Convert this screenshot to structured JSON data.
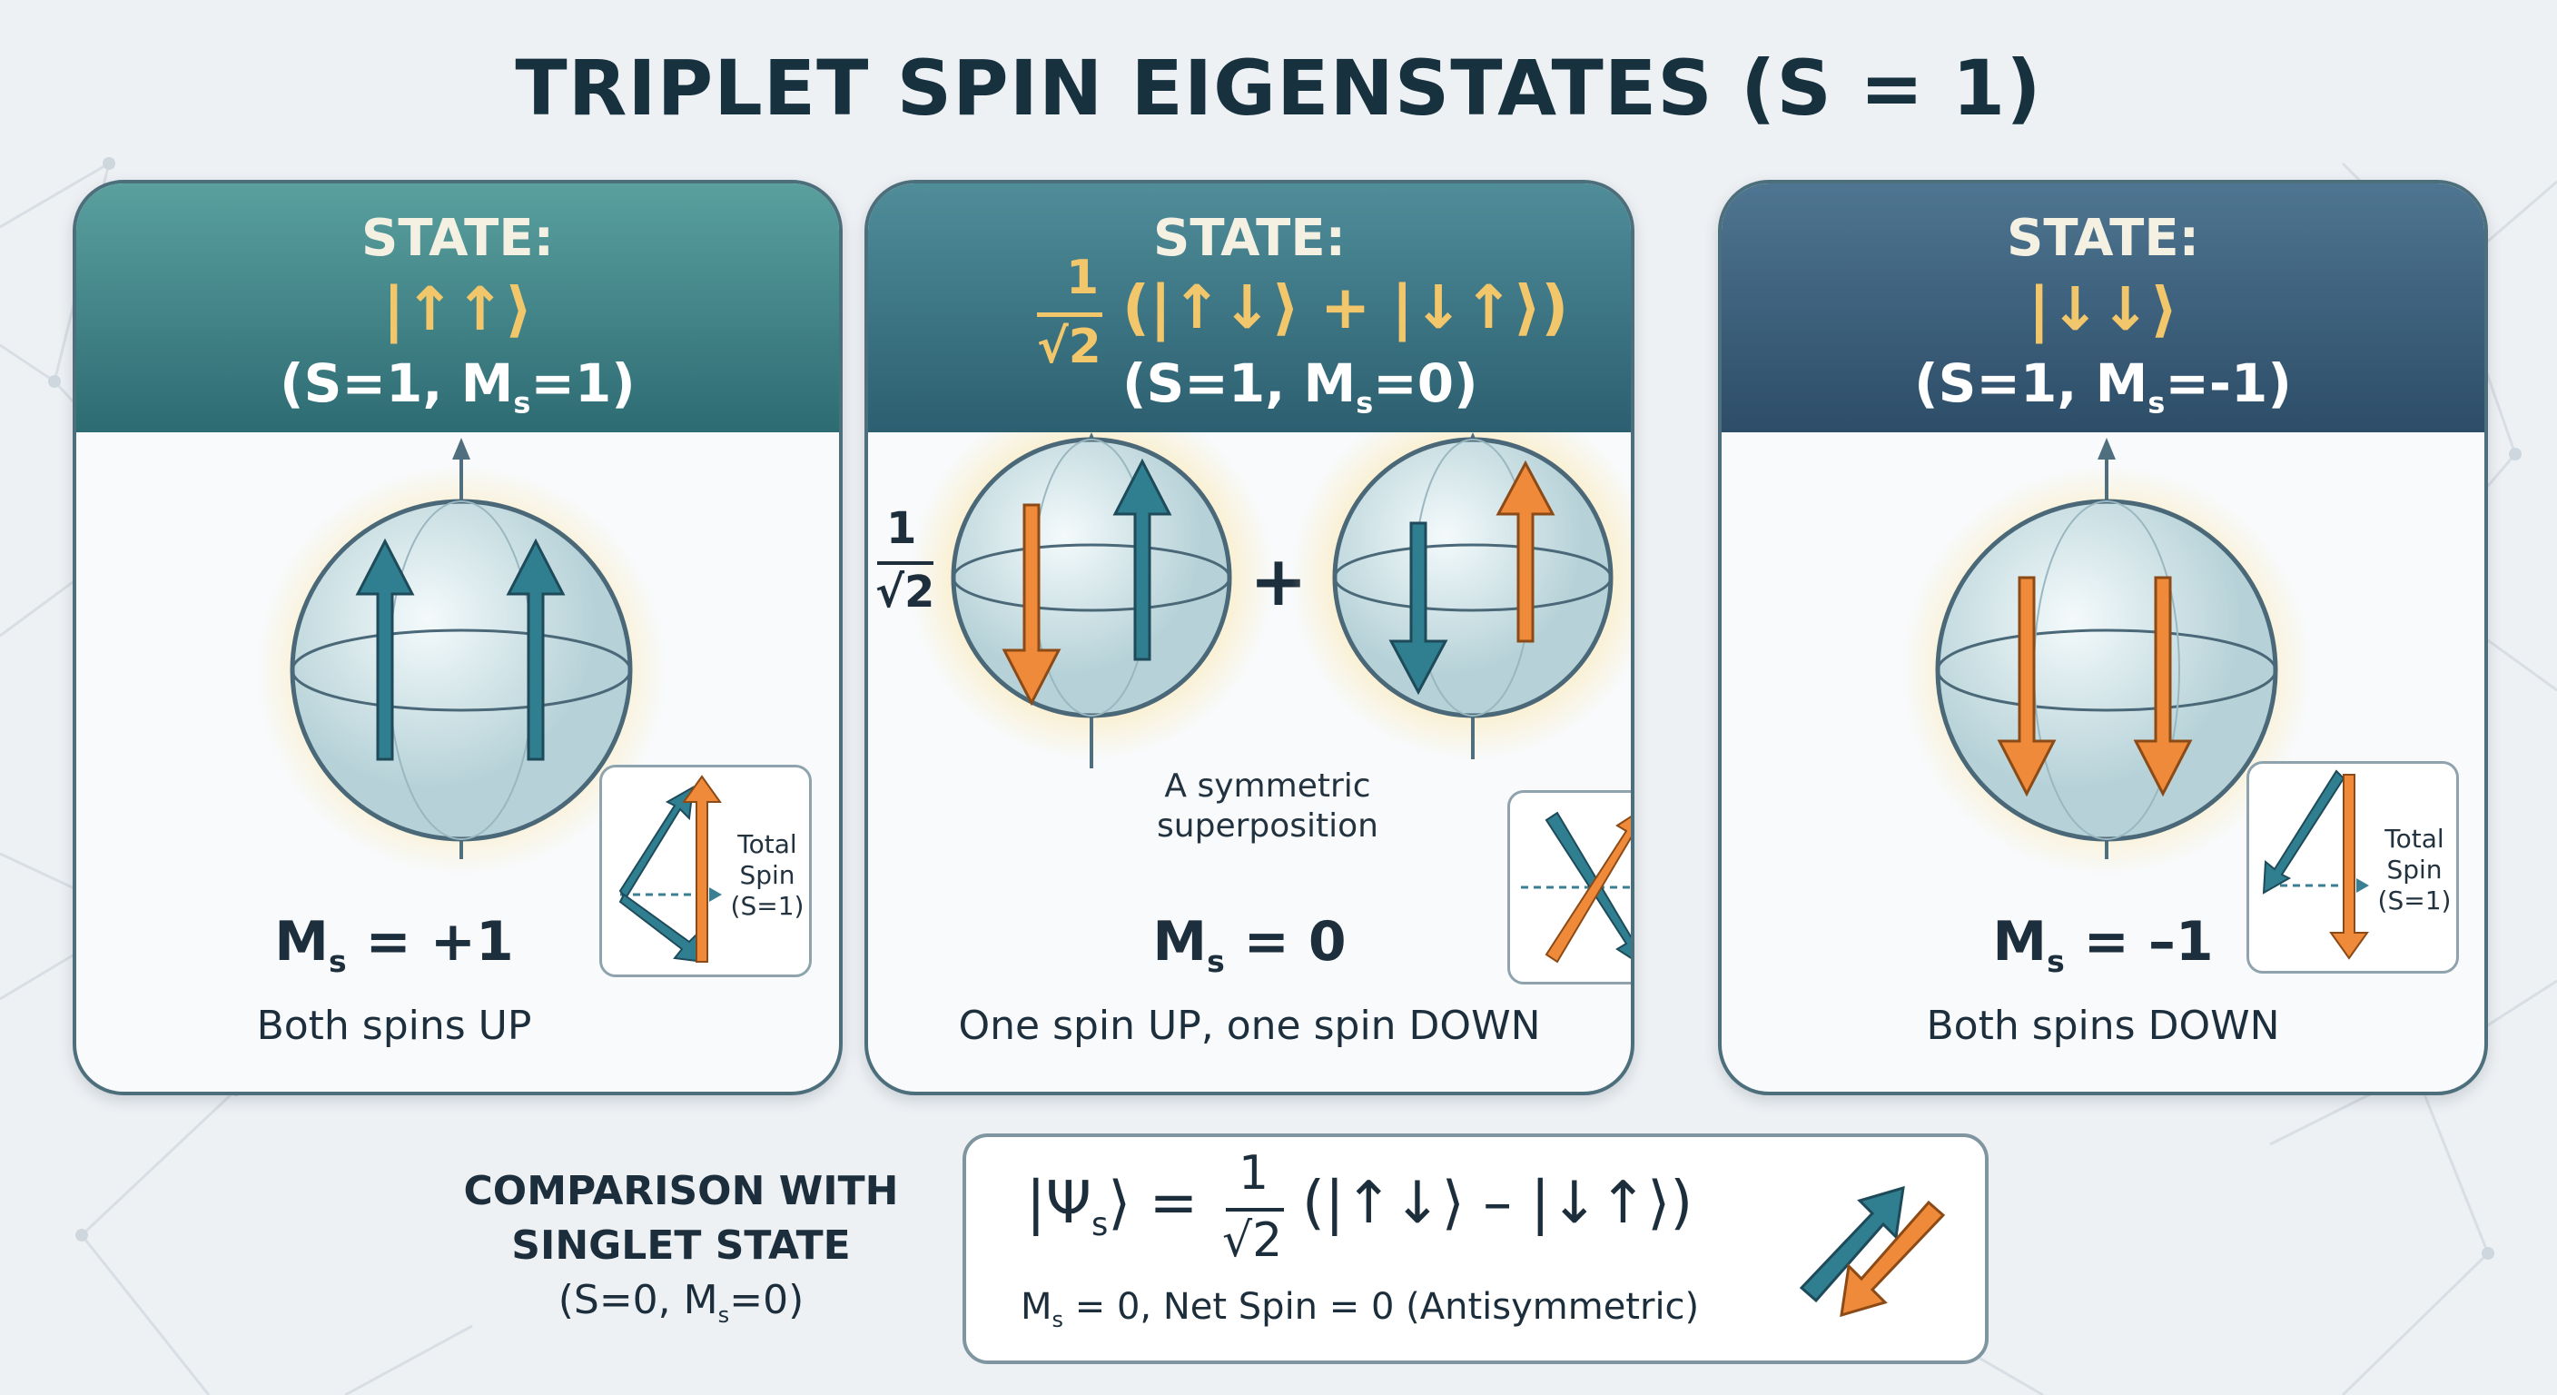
{
  "title": "TRIPLET SPIN EIGENSTATES (S = 1)",
  "cards": [
    {
      "state_label": "STATE:",
      "ket": "|↑↑⟩",
      "quantum_numbers": {
        "prefix": "(S=1, M",
        "sub": "s",
        "suffix": "=1)"
      },
      "ms": {
        "prefix": "M",
        "sub": "s",
        "suffix": " = +1"
      },
      "description": "Both spins UP",
      "inset_label": [
        "Total",
        "Spin",
        "(S=1)"
      ],
      "colors": {
        "spin": "#2f7f91"
      }
    },
    {
      "state_label": "STATE:",
      "fraction": {
        "num": "1",
        "den": "√2"
      },
      "ket": "(|↑↓⟩ + |↓↑⟩)",
      "quantum_numbers": {
        "prefix": "(S=1, M",
        "sub": "s",
        "suffix": "=0)"
      },
      "coef": {
        "num": "1",
        "den": "√2"
      },
      "plus": "+",
      "annotation": [
        "A symmetric",
        "superposition"
      ],
      "ms": {
        "prefix": "M",
        "sub": "s",
        "suffix": " = 0"
      },
      "description": "One spin UP, one spin DOWN"
    },
    {
      "state_label": "STATE:",
      "ket": "|↓↓⟩",
      "quantum_numbers": {
        "prefix": "(S=1, M",
        "sub": "s",
        "suffix": "=-1)"
      },
      "ms": {
        "prefix": "M",
        "sub": "s",
        "suffix": " = –1"
      },
      "description": "Both spins DOWN",
      "inset_label": [
        "Total",
        "Spin",
        "(S=1)"
      ],
      "colors": {
        "spin": "#ee8a3a"
      }
    }
  ],
  "comparison": {
    "line1": "COMPARISON WITH",
    "line2": "SINGLET STATE",
    "line3": {
      "prefix": "(S=0, M",
      "sub": "s",
      "suffix": "=0)"
    }
  },
  "singlet": {
    "lhs": {
      "prefix": "|Ψ",
      "sub": "s",
      "suffix": "⟩ ="
    },
    "fraction": {
      "num": "1",
      "den": "√2"
    },
    "rhs": "(|↑↓⟩ – |↓↑⟩)",
    "description": {
      "prefix": "M",
      "sub": "s",
      "suffix": " = 0, Net Spin = 0 (Antisymmetric)"
    }
  },
  "palette": {
    "teal": "#2f7f91",
    "orange": "#ee8a3a",
    "gold": "#f2c66a",
    "navy": "#17313f"
  }
}
